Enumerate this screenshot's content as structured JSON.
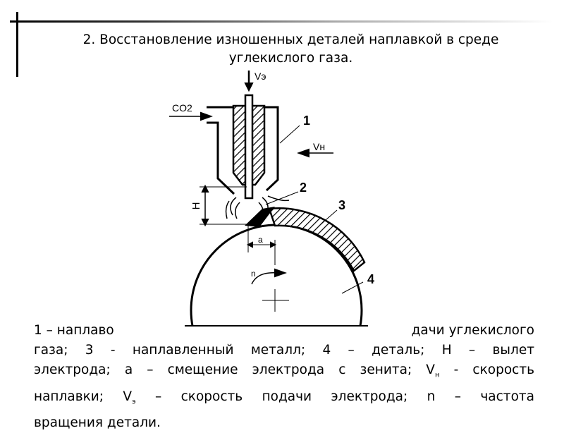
{
  "title": {
    "line1": "2. Восстановление изношенных деталей наплавкой в среде",
    "line2": "углекислого газа."
  },
  "diagram": {
    "labels": {
      "electrode_speed": "Vэ",
      "gas": "CO2",
      "surfacing_speed": "Vн",
      "burner": "1",
      "nozzle": "2",
      "deposited_metal": "3",
      "part": "4",
      "stickout": "H",
      "offset": "a",
      "rotation": "n"
    }
  },
  "caption": {
    "line1_start": "1 – наплаво",
    "line1_end": "дачи углекислого",
    "line2": "газа; 3 - наплавленный металл; 4 – деталь; Н – вылет",
    "line3a": "электрода; а – смещение электрода с зенита; V",
    "line3_sub": "н",
    "line3b": " - скорость",
    "line4a": "наплавки; V",
    "line4_sub": "э",
    "line4b": " – скорость подачи электрода; n – частота",
    "line5": "вращения детали."
  }
}
